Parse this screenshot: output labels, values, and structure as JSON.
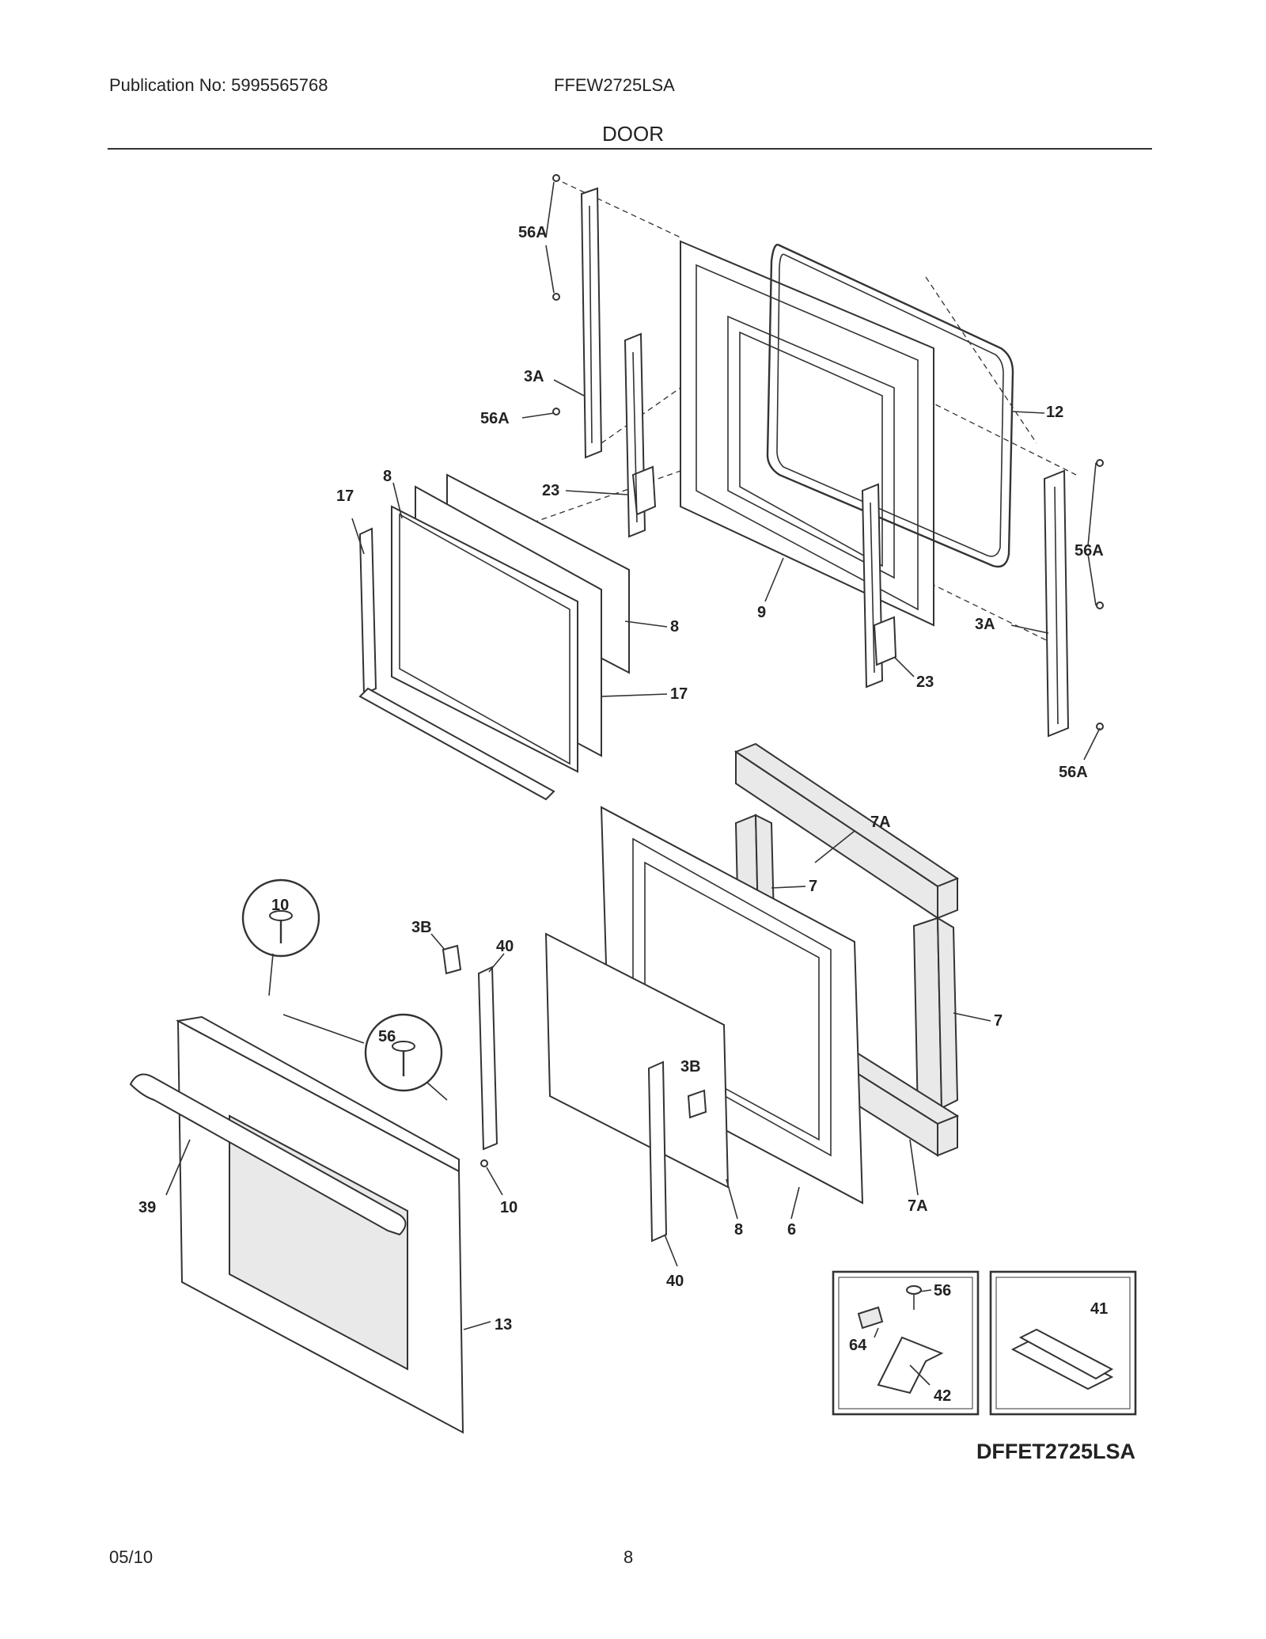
{
  "header": {
    "publication": "Publication No: 5995565768",
    "model": "FFEW2725LSA",
    "section": "DOOR"
  },
  "footer": {
    "date": "05/10",
    "page": "8"
  },
  "variant_label": "DFFET2725LSA",
  "callouts": {
    "c56a_top": "56A",
    "c3a_left": "3A",
    "c56a_left": "56A",
    "c23_left": "23",
    "c8_front": "8",
    "c17_left": "17",
    "c12": "12",
    "c56a_right": "56A",
    "c3a_right": "3A",
    "c23_right": "23",
    "c9": "9",
    "c8_back": "8",
    "c17_right": "17",
    "c56a_bottom": "56A",
    "c7a_top": "7A",
    "c7_left": "7",
    "c7_right": "7",
    "c7a_bottom": "7A",
    "c10_top": "10",
    "c56_center": "56",
    "c3b_top": "3B",
    "c40_top": "40",
    "c3b_mid": "3B",
    "c39": "39",
    "c10_mid": "10",
    "c8_lower": "8",
    "c6": "6",
    "c40_bottom": "40",
    "c13": "13",
    "c56_inset": "56",
    "c64": "64",
    "c42": "42",
    "c41": "41"
  }
}
